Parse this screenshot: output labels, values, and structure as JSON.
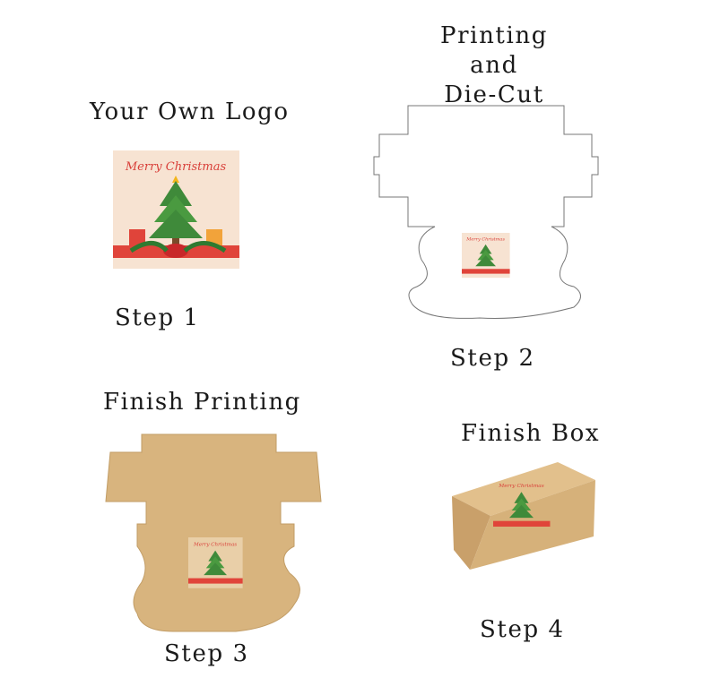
{
  "steps": [
    {
      "title": "Your Own Logo",
      "label": "Step 1"
    },
    {
      "title_lines": [
        "Printing",
        "and",
        "Die-Cut"
      ],
      "label": "Step 2"
    },
    {
      "title": "Finish Printing",
      "label": "Step 3"
    },
    {
      "title": "Finish Box",
      "label": "Step 4"
    }
  ],
  "logo": {
    "text": "Merry Christmas"
  },
  "colors": {
    "kraft": "#d8b47e",
    "logo_bg": "#f7e3d2",
    "red": "#d9403a",
    "green": "#3f8a3a"
  }
}
